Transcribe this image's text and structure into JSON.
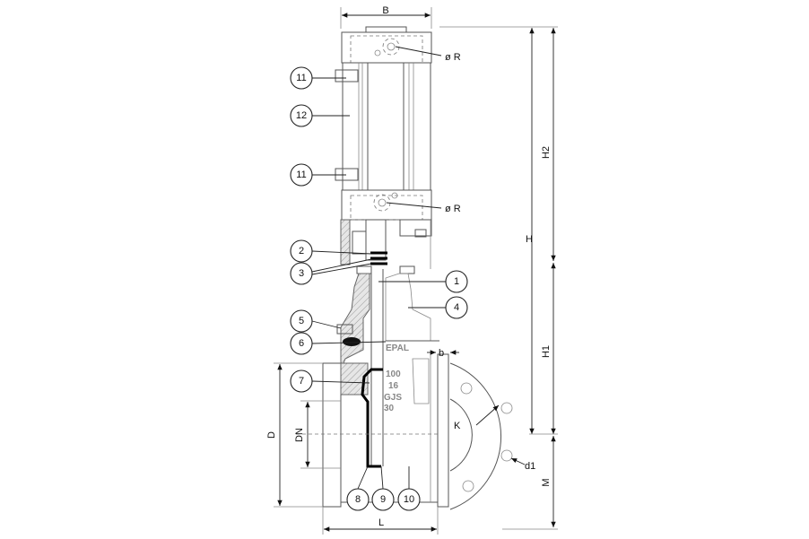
{
  "dimensions": {
    "B": "B",
    "R_top": "ø R",
    "R_bottom": "ø R",
    "H": "H",
    "H1": "H1",
    "H2": "H2",
    "M": "M",
    "D": "D",
    "DN": "DN",
    "L": "L",
    "b": "b",
    "K": "K",
    "d1": "d1"
  },
  "balloons": [
    "1",
    "2",
    "3",
    "4",
    "5",
    "6",
    "7",
    "8",
    "9",
    "10",
    "11",
    "11",
    "12"
  ],
  "body_marking": [
    "EPAL",
    "100",
    "16",
    "GJS",
    "30"
  ]
}
